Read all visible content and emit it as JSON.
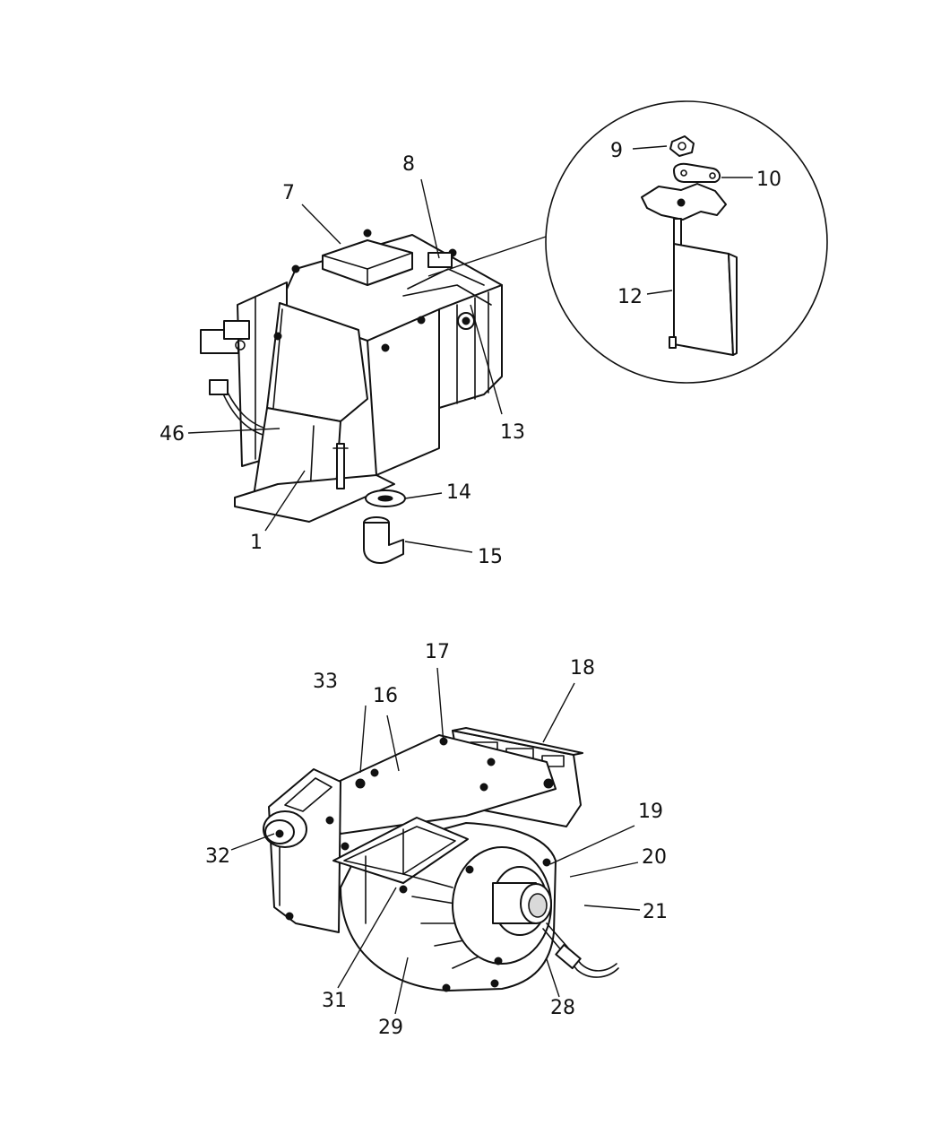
{
  "callouts": {
    "c1": "1",
    "c7": "7",
    "c8": "8",
    "c9": "9",
    "c10": "10",
    "c12": "12",
    "c13": "13",
    "c14": "14",
    "c15": "15",
    "c46": "46",
    "c16": "16",
    "c17": "17",
    "c18": "18",
    "c19": "19",
    "c20": "20",
    "c21": "21",
    "c28": "28",
    "c29": "29",
    "c31": "31",
    "c32": "32",
    "c33": "33"
  },
  "icons": {
    "upper": "heater-evaporator-housing-icon",
    "detail": "door-actuator-detail-icon",
    "lower": "blower-housing-assembly-icon"
  }
}
